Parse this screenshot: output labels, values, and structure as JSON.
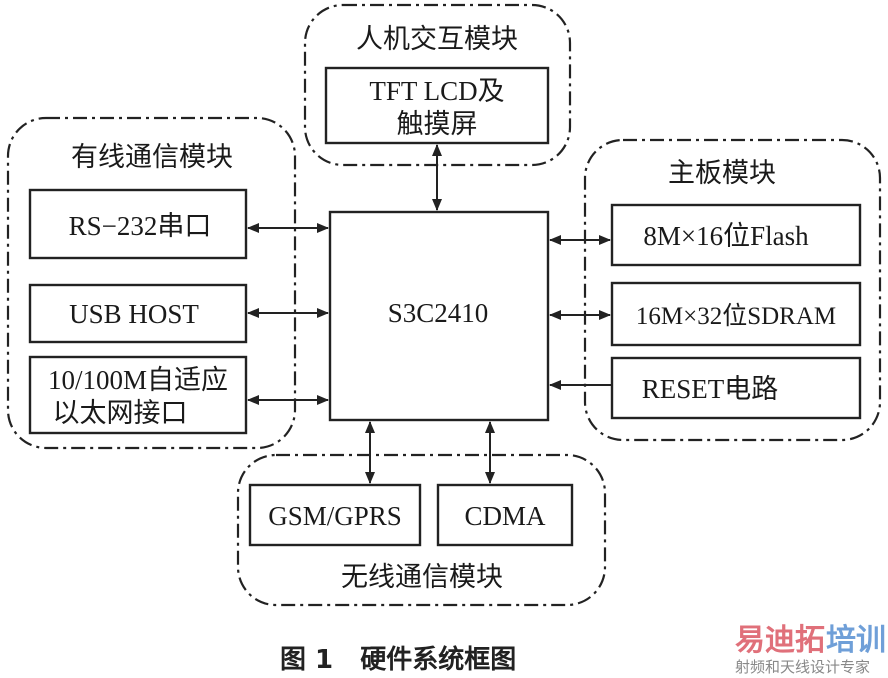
{
  "groups": {
    "hmi": {
      "title": "人机交互模块",
      "items": [
        "TFT LCD及",
        "触摸屏"
      ]
    },
    "wired": {
      "title": "有线通信模块",
      "items": [
        "RS−232串口",
        "USB HOST",
        "10/100M自适应",
        "以太网接口"
      ]
    },
    "mainboard": {
      "title": "主板模块",
      "items": [
        "8M×16位Flash",
        "16M×32位SDRAM",
        "RESET电路"
      ]
    },
    "wireless": {
      "title": "无线通信模块",
      "items": [
        "GSM/GPRS",
        "CDMA"
      ]
    }
  },
  "cpu": "S3C2410",
  "caption": "图 1   硬件系统框图",
  "watermark": {
    "brand_a": "易迪拓",
    "brand_b": "培训",
    "tagline": "射频和天线设计专家",
    "color_a": "#e0707a",
    "color_b": "#6f9fd8"
  }
}
